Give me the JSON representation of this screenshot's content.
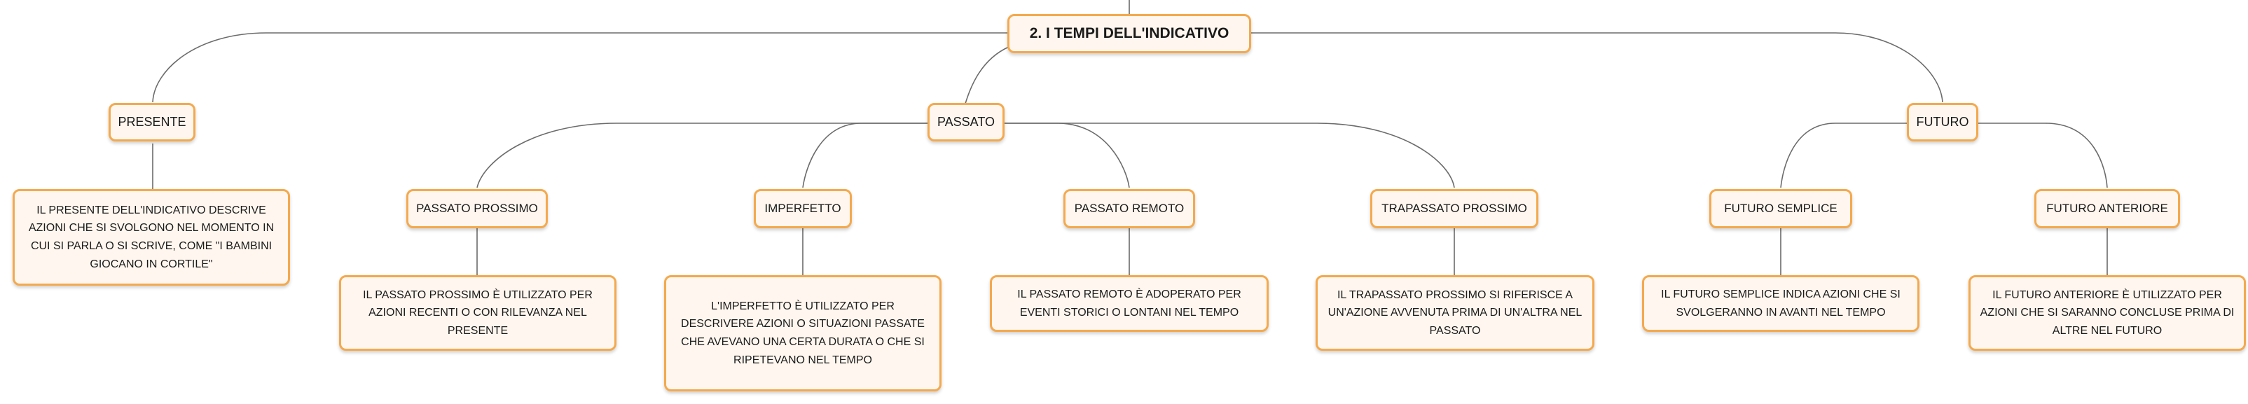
{
  "root": {
    "label": "2. I TEMPI DELL'INDICATIVO"
  },
  "presente": {
    "label": "PRESENTE",
    "description": "IL PRESENTE DELL'INDICATIVO DESCRIVE AZIONI CHE SI SVOLGONO NEL MOMENTO IN CUI SI PARLA O SI SCRIVE, COME \"I BAMBINI GIOCANO IN CORTILE\""
  },
  "passato": {
    "label": "PASSATO",
    "children": [
      {
        "label": "PASSATO PROSSIMO",
        "description": "IL PASSATO PROSSIMO È UTILIZZATO PER AZIONI RECENTI O CON RILEVANZA NEL PRESENTE"
      },
      {
        "label": "IMPERFETTO",
        "description": "L'IMPERFETTO È UTILIZZATO PER DESCRIVERE AZIONI O SITUAZIONI PASSATE CHE AVEVANO UNA CERTA DURATA O CHE SI RIPETEVANO NEL TEMPO"
      },
      {
        "label": "PASSATO REMOTO",
        "description": "IL PASSATO REMOTO È ADOPERATO PER EVENTI STORICI O LONTANI NEL TEMPO"
      },
      {
        "label": "TRAPASSATO PROSSIMO",
        "description": "IL TRAPASSATO PROSSIMO SI RIFERISCE A UN'AZIONE AVVENUTA PRIMA DI UN'ALTRA NEL PASSATO"
      }
    ]
  },
  "futuro": {
    "label": "FUTURO",
    "children": [
      {
        "label": "FUTURO SEMPLICE",
        "description": "IL FUTURO SEMPLICE INDICA AZIONI CHE SI SVOLGERANNO IN AVANTI NEL TEMPO"
      },
      {
        "label": "FUTURO ANTERIORE",
        "description": "IL FUTURO ANTERIORE È UTILIZZATO PER AZIONI CHE SI SARANNO CONCLUSE PRIMA DI ALTRE NEL FUTURO"
      }
    ]
  },
  "colors": {
    "border": "#f4a94e",
    "fill": "#fff7ef",
    "line": "#6b6b6b"
  }
}
